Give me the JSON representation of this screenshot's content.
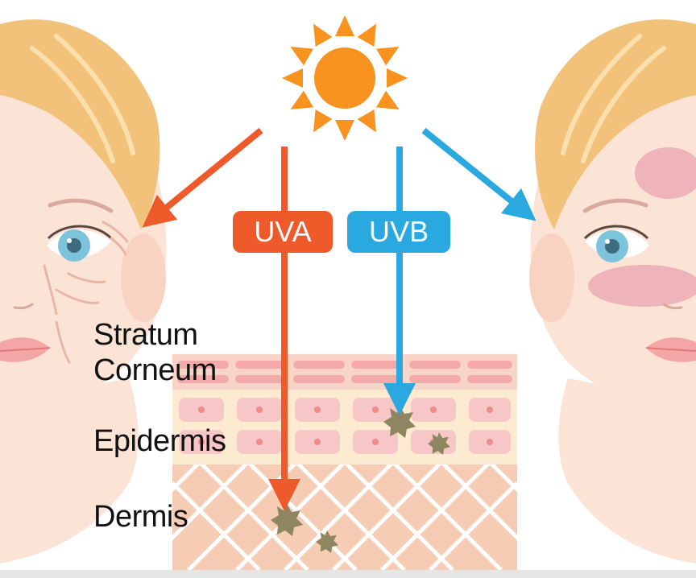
{
  "badges": {
    "uva": "UVA",
    "uvb": "UVB"
  },
  "layers": {
    "stratum_line1": "Stratum",
    "stratum_line2": "Corneum",
    "epidermis": "Epidermis",
    "dermis": "Dermis"
  },
  "colors": {
    "uva": "#ef5a2a",
    "uvb": "#2aa8e0",
    "sun": "#f7931e",
    "skin": "#fbe3d6",
    "hair": "#f2c27a",
    "iris": "#7ec3dc",
    "lips": "#f4a6a6",
    "blotch": "#e9a0ad",
    "epidermis_bg": "#fcebd0",
    "cell": "#f7c6c6",
    "nucleus": "#ee8a8a",
    "dermis_bg": "#f6cdb4",
    "damage": "#8e8660"
  },
  "icons": [
    "sun-icon",
    "damage-spot-icon"
  ]
}
